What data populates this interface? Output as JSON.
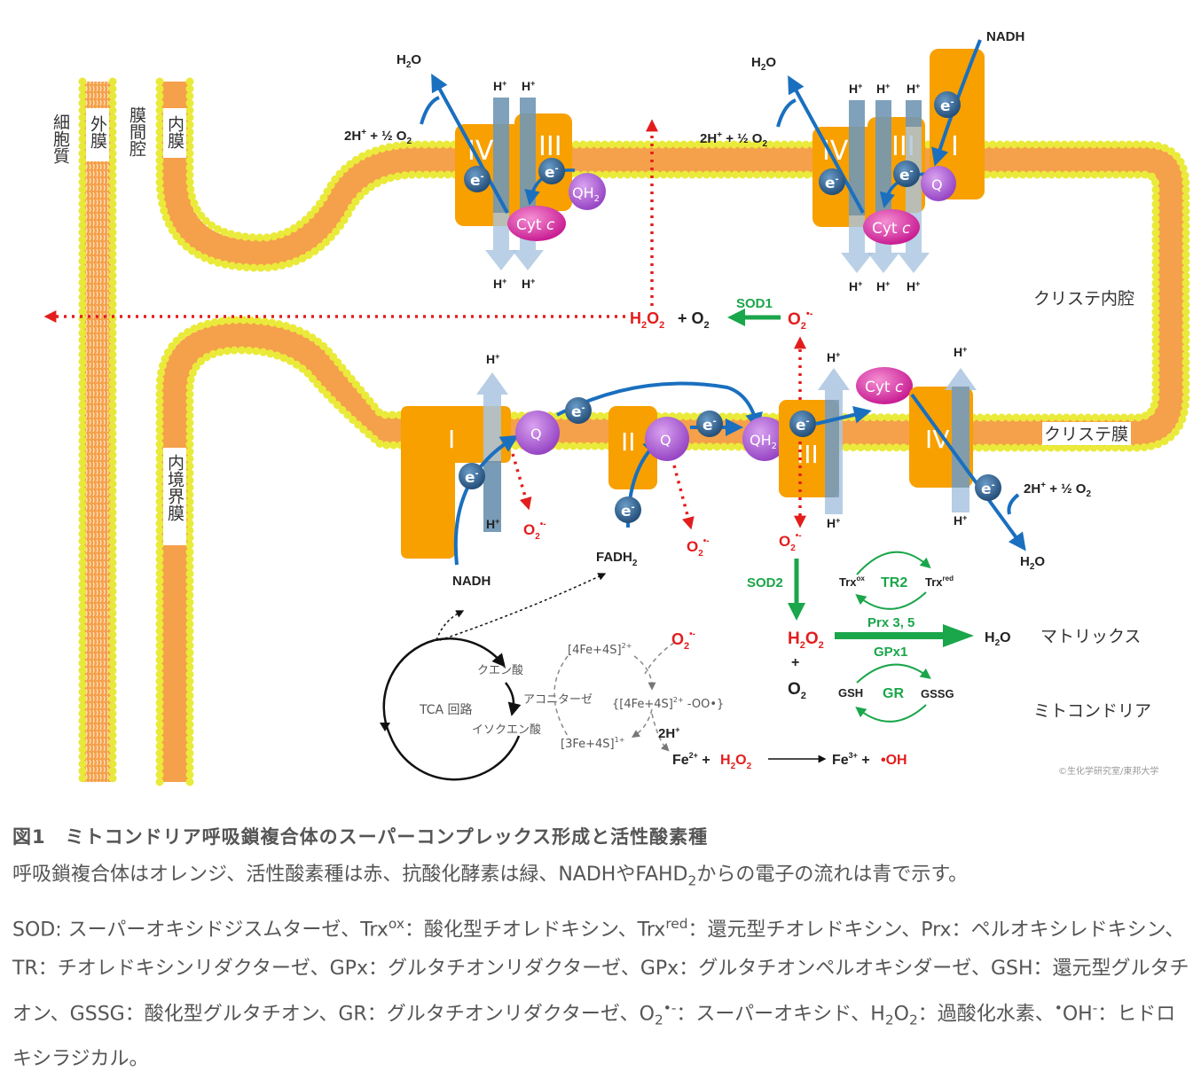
{
  "figure": {
    "regions": {
      "cytoplasm": "細胞質",
      "outer_membrane": "外膜",
      "intermembrane_space": "膜間腔",
      "inner_membrane": "内膜",
      "inner_boundary_membrane": "内境界膜",
      "cristae_lumen": "クリステ内腔",
      "cristae_membrane": "クリステ膜",
      "matrix": "マトリックス",
      "mitochondria": "ミトコンドリア"
    },
    "complexes": {
      "I": "I",
      "II": "II",
      "III": "III",
      "IV": "IV"
    },
    "carriers": {
      "q": "Q",
      "qh2_main": "QH",
      "qh2_sub": "2",
      "cyt": "Cyt",
      "cyt_c": "c",
      "electron": "e",
      "electron_sup": "-"
    },
    "species": {
      "h_plus": "H",
      "plus": "+",
      "h2o_h": "H",
      "h2o_2": "2",
      "h2o_o": "O",
      "two_h_half_o2": "2H",
      "half_o2_rest": " + ½ O",
      "nadh": "NADH",
      "fadh": "FADH",
      "two": "2",
      "o2_o": "O",
      "radical_sup": "•-",
      "h2o2": "H₂O₂",
      "o2": "O₂",
      "plus_sign": "+"
    },
    "enzymes": {
      "sod1": "SOD1",
      "sod2": "SOD2",
      "tr2": "TR2",
      "prx": "Prx 3, 5",
      "gpx1": "GPx1",
      "gr": "GR"
    },
    "redox_pairs": {
      "trx": "Trx",
      "ox": "ox",
      "red": "red",
      "gsh": "GSH",
      "gssg": "GSSG"
    },
    "tca": {
      "cycle": "TCA 回路",
      "citrate": "クエン酸",
      "isocitrate": "イソクエン酸",
      "aconitase": "アコニターゼ",
      "fe4s4": "[4Fe+4S]",
      "fe4s4_charge": "2+",
      "fe4s4_oo": "{[4Fe+4S]",
      "fe4s4_oo_rest": " -OO•}",
      "fe3s4": "[3Fe+4S]",
      "fe3s4_charge": "1+",
      "two_h": "2H",
      "fe2": "Fe",
      "fe2_charge": "2+",
      "fe3": "Fe",
      "fe3_charge": "3+",
      "oh_radical": "•OH"
    },
    "copyright": "©生化学研究室/東邦大学"
  },
  "caption": {
    "title": "図1　ミトコンドリア呼吸鎖複合体のスーパーコンプレックス形成と活性酸素種",
    "line1_pre": "呼吸鎖複合体はオレンジ、活性酸素種は赤、抗酸化酵素は緑、NADHやFAHD",
    "line1_sub": "2",
    "line1_post": "からの電子の流れは青で示す。",
    "p2": [
      {
        "t": "SOD: スーパーオキシドジスムターゼ、Trx"
      },
      {
        "sup": "ox"
      },
      {
        "t": "：酸化型チオレドキシン、Trx"
      },
      {
        "sup": "red"
      },
      {
        "t": "：還元型チオレドキシン、Prx：ペルオキシレドキシン、TR：チオレドキシンリダクターゼ、GPx：グルタチオンリダクターゼ、GPx：グルタチオンペルオキシダーゼ、GSH：還元型グルタチオン、GSSG：酸化型グルタチオン、GR：グルタチオンリダクターゼ、O"
      },
      {
        "sub": "2"
      },
      {
        "sup": "•-"
      },
      {
        "t": "：スーパーオキシド、H"
      },
      {
        "sub": "2"
      },
      {
        "t": "O"
      },
      {
        "sub": "2"
      },
      {
        "t": "：過酸化水素、"
      },
      {
        "sup": "•"
      },
      {
        "t": "OH"
      },
      {
        "sup": "-"
      },
      {
        "t": "：ヒドロキシラジカル。"
      }
    ]
  },
  "colors": {
    "complex": "#f7a000",
    "membrane_head": "#f2f03a",
    "membrane_tail": "#f5a04a",
    "electron": "#2d5d8a",
    "electron_flow": "#1a6fbf",
    "proton_arrow": "#a9c4e0",
    "ubiquinone": "#b060d8",
    "cyt_c": "#e23fb0",
    "ros": "#e31d1d",
    "antioxidant": "#1aa64a"
  }
}
